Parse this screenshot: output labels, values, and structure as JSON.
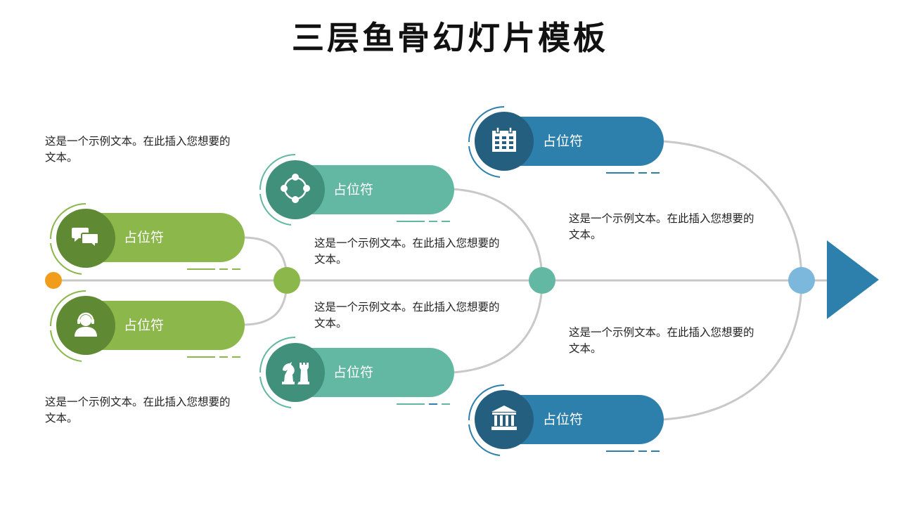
{
  "title": "三层鱼骨幻灯片模板",
  "placeholder_label": "占位符",
  "body_text": "这是一个示例文本。在此插入您想要的文本。",
  "colors": {
    "green_pill": "#8bb74b",
    "green_circle": "#5f8a33",
    "teal_pill": "#62b8a3",
    "teal_circle": "#40907b",
    "blue_pill": "#2e80ac",
    "blue_circle": "#245f80",
    "spine": "#c8c8c8",
    "start_dot": "#f29c1c",
    "node_green": "#8bb74b",
    "node_teal": "#62b8a3",
    "node_blue": "#7cb7dc",
    "arrow": "#2e80ac"
  },
  "items": [
    {
      "label": "占位符",
      "icon": "chat-bubbles-icon"
    },
    {
      "label": "占位符",
      "icon": "headset-user-icon"
    },
    {
      "label": "占位符",
      "icon": "network-cycle-icon"
    },
    {
      "label": "占位符",
      "icon": "chess-pieces-icon"
    },
    {
      "label": "占位符",
      "icon": "calendar-icon"
    },
    {
      "label": "占位符",
      "icon": "bank-building-icon"
    }
  ],
  "texts": [
    "这是一个示例文本。在此插入您想要的文本。",
    "这是一个示例文本。在此插入您想要的文本。",
    "这是一个示例文本。在此插入您想要的文本。",
    "这是一个示例文本。在此插入您想要的文本。",
    "这是一个示例文本。在此插入您想要的文本。",
    "这是一个示例文本。在此插入您想要的文本。"
  ]
}
